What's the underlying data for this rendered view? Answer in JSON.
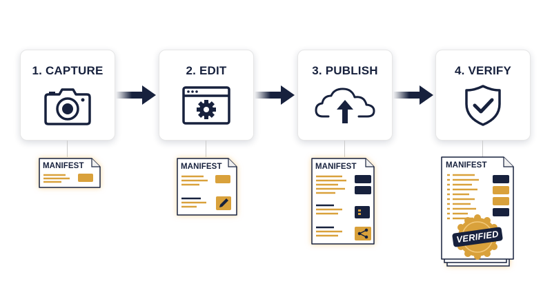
{
  "steps": [
    {
      "label": "1. CAPTURE",
      "icon": "camera-icon"
    },
    {
      "label": "2. EDIT",
      "icon": "gear-window-icon"
    },
    {
      "label": "3. PUBLISH",
      "icon": "cloud-upload-icon"
    },
    {
      "label": "4. VERIFY",
      "icon": "shield-check-icon"
    }
  ],
  "manifests": [
    {
      "label": "MANIFEST"
    },
    {
      "label": "MANIFEST"
    },
    {
      "label": "MANIFEST"
    },
    {
      "label": "MANIFEST"
    }
  ],
  "badge": {
    "text": "VERIFIED"
  },
  "colors": {
    "navy": "#17213d",
    "gold": "#d9a13b",
    "light_gold": "#f3c97a"
  }
}
